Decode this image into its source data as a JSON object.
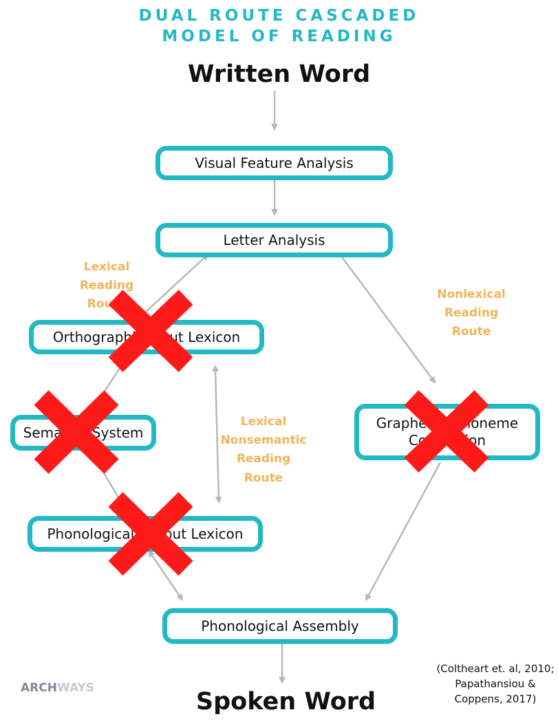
{
  "title": {
    "line1": "DUAL ROUTE CASCADED",
    "line2": "MODEL OF READING"
  },
  "input_word": "Written Word",
  "output_word": "Spoken Word",
  "boxes": {
    "visual_feature_analysis": "Visual Feature Analysis",
    "letter_analysis": "Letter Analysis",
    "orthographic_input_lexicon": "Orthographic Input Lexicon",
    "semantic_system": "Semantic System",
    "phonological_output_lexicon": "Phonological Output Lexicon",
    "gpc_line1": "Grapheme-Phoneme",
    "gpc_line2": "Conversion",
    "phonological_assembly": "Phonological Assembly"
  },
  "routes": {
    "lexical": [
      "Lexical",
      "Reading",
      "Route"
    ],
    "nonlexical": [
      "Nonlexical",
      "Reading",
      "Route"
    ],
    "lexical_nonsemantic": [
      "Lexical",
      "Nonsemantic",
      "Reading",
      "Route"
    ]
  },
  "citation": [
    "(Coltheart et. al, 2010;",
    "Papathansiou &",
    "Coppens, 2017)"
  ],
  "logo": {
    "part1": "ARCH",
    "part2": "WAYS"
  },
  "colors": {
    "box_border": "#22b8c4",
    "title": "#22b8c4",
    "route_label": "#f2b457",
    "cross": "#ff1a1a",
    "arrow": "#b8b8b8"
  }
}
